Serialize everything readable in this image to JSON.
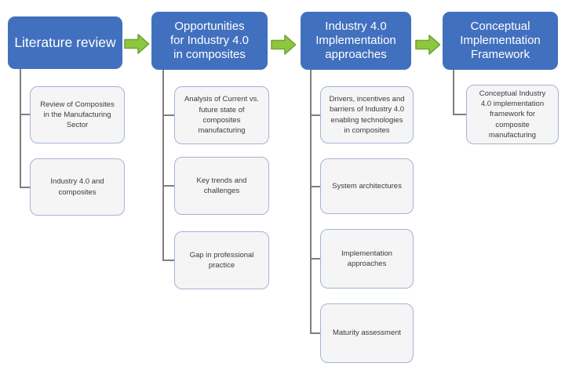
{
  "palette": {
    "header_fill": "#4170BE",
    "header_text": "#FFFFFF",
    "arrow_fill": "#8DC63F",
    "arrow_stroke": "#6FA536",
    "subbox_fill": "#F5F5F6",
    "subbox_border": "#A3B5CF",
    "subbox_text": "#3B3B3B",
    "connector": "#7F7F7F"
  },
  "diagram": {
    "columns": [
      {
        "stage": "Literature review",
        "stage_lines": [
          "Literature review"
        ],
        "items": [
          "Review of Composites in the Manufacturing Sector",
          "Industry 4.0 and composites"
        ]
      },
      {
        "stage": "Opportunities for Industry 4.0 in composites",
        "stage_lines": [
          "Opportunities",
          "for Industry 4.0",
          "in composites"
        ],
        "items": [
          "Analysis of Current vs. future state of composites manufacturing",
          "Key trends and challenges",
          "Gap in professional practice"
        ]
      },
      {
        "stage": "Industry 4.0 Implementation approaches",
        "stage_lines": [
          "Industry 4.0",
          "Implementation",
          "approaches"
        ],
        "items": [
          "Drivers, incentives and barriers of Industry 4.0 enabling technologies in composites",
          "System architectures",
          "Implementation approaches",
          "Maturity assessment"
        ]
      },
      {
        "stage": "Conceptual Implementation Framework",
        "stage_lines": [
          "Conceptual",
          "Implementation",
          "Framework"
        ],
        "items": [
          "Conceptual Industry 4.0 implementation framework for composite manufacturing"
        ]
      }
    ]
  }
}
